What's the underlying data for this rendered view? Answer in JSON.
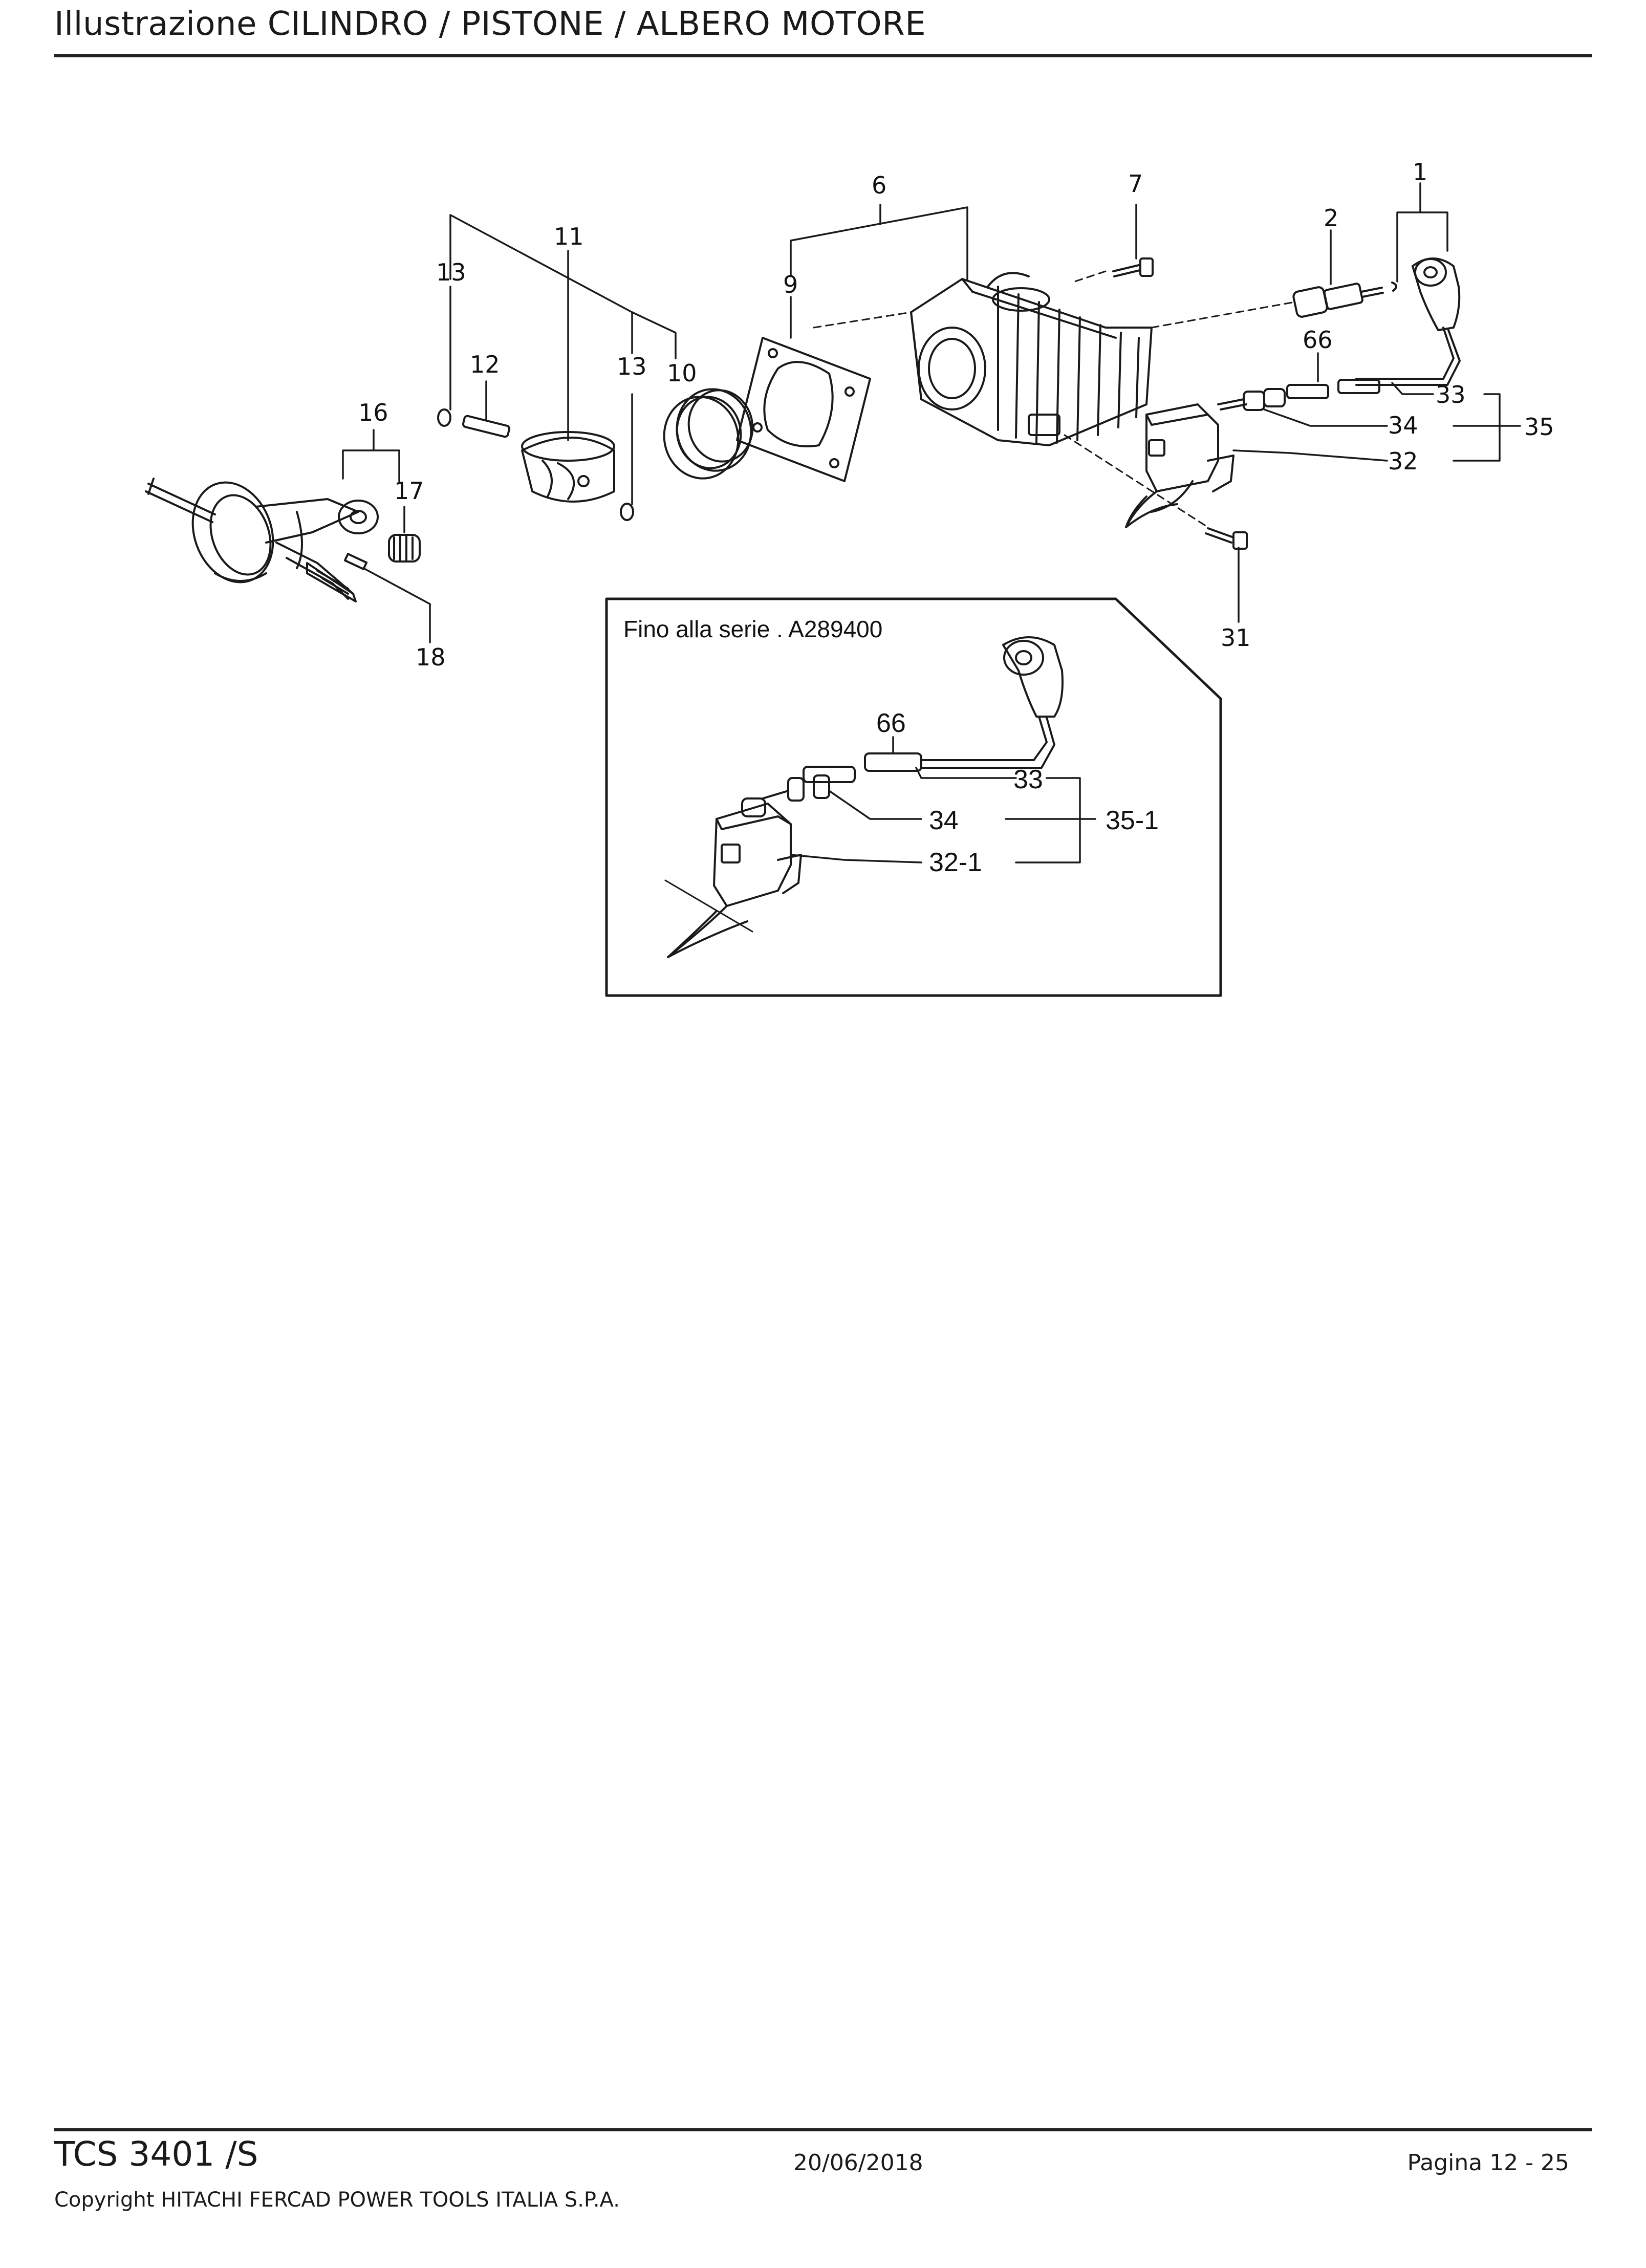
{
  "header": {
    "title": "Illustrazione  CILINDRO / PISTONE / ALBERO MOTORE"
  },
  "diagram": {
    "callouts": {
      "c1": "1",
      "c2": "2",
      "c6": "6",
      "c7": "7",
      "c9": "9",
      "c10": "10",
      "c11": "11",
      "c12": "12",
      "c13a": "13",
      "c13b": "13",
      "c16": "16",
      "c17": "17",
      "c18": "18",
      "c31": "31",
      "c32": "32",
      "c33": "33",
      "c34": "34",
      "c35": "35",
      "c66": "66"
    },
    "inset": {
      "caption": "Fino alla serie . A289400",
      "c66": "66",
      "c33": "33",
      "c34": "34",
      "c35_1": "35-1",
      "c32_1": "32-1"
    }
  },
  "footer": {
    "model": "TCS 3401 /S",
    "copyright": "Copyright HITACHI FERCAD POWER TOOLS ITALIA S.P.A.",
    "date": "20/06/2018",
    "page": "Pagina 12 - 25"
  }
}
